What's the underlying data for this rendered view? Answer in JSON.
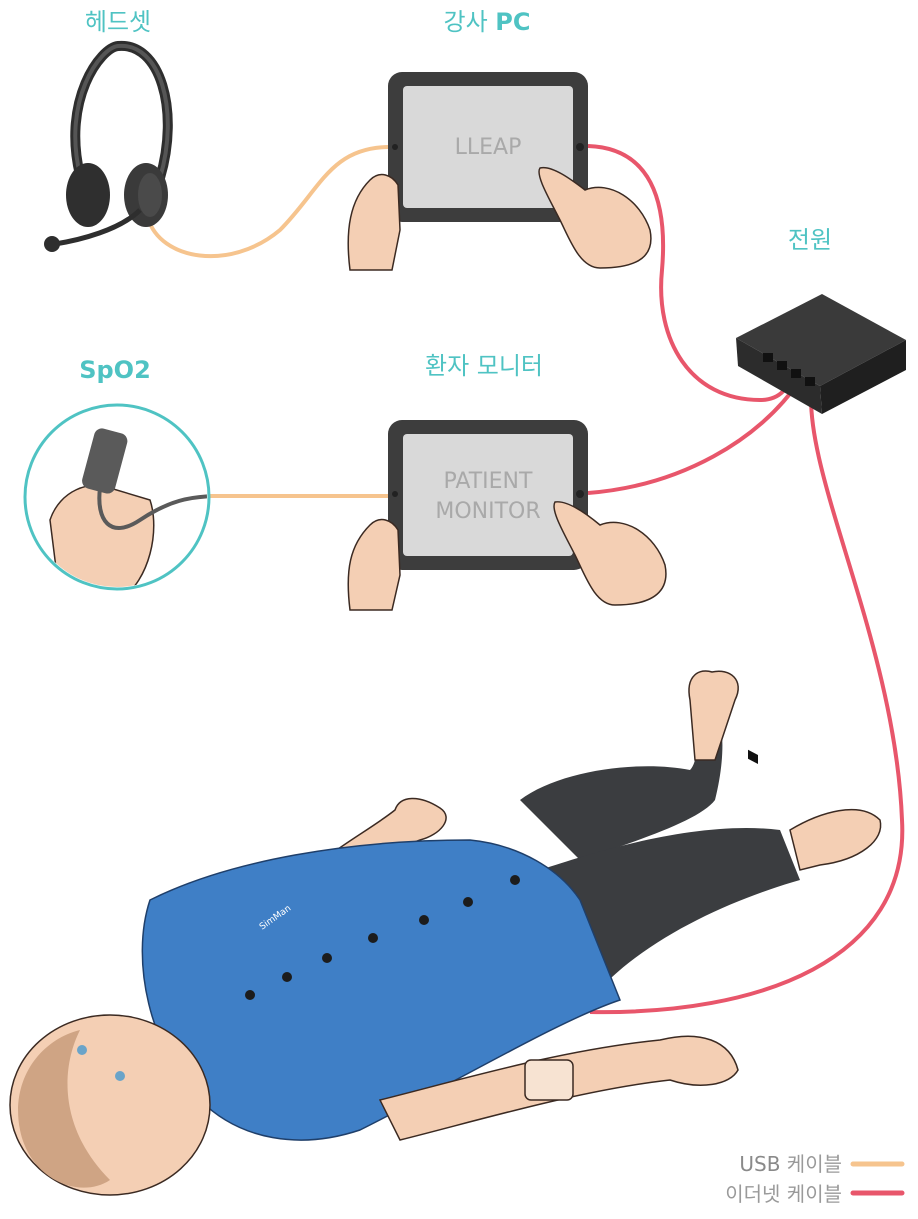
{
  "labels": {
    "headset": "헤드셋",
    "instructor_pc_prefix": "강사 ",
    "instructor_pc_suffix": "PC",
    "power": "전원",
    "spo2": "SpO2",
    "patient_monitor": "환자 모니터"
  },
  "devices": {
    "lleap_screen": "LLEAP",
    "monitor_screen_line1": "PATIENT",
    "monitor_screen_line2": "MONITOR",
    "shirt_logo": "SimMan"
  },
  "legend": [
    {
      "label_prefix": "USB",
      "label_suffix": " 케이블",
      "color": "#f6c48e"
    },
    {
      "label_prefix": "",
      "label_suffix": "이더넷 케이블",
      "color": "#e8566b"
    }
  ],
  "colors": {
    "label_teal": "#4fc3c3",
    "usb_cable": "#f6c48e",
    "ethernet_cable": "#e8566b",
    "device_dark": "#3a3a3a",
    "shirt_blue": "#3f7fc6",
    "pants_dark": "#3b3d40",
    "skin": "#f4cfb4"
  }
}
